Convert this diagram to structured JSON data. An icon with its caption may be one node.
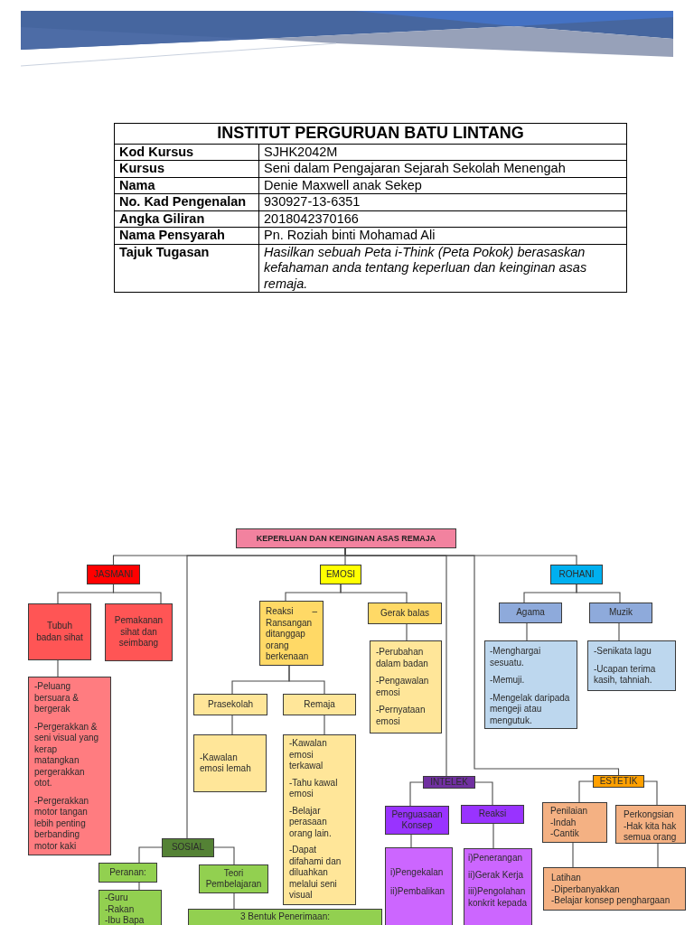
{
  "diagram": {
    "nodes": [
      {
        "text": [
          "KEPERLUAN DAN KEINGINAN ASAS REMAJA"
        ]
      },
      {
        "text": [
          "JASMANI"
        ]
      },
      {
        "text": [
          "EMOSI"
        ]
      },
      {
        "text": [
          "ROHANI"
        ]
      },
      {
        "text": [
          "Tubuh badan sihat"
        ]
      },
      {
        "text": [
          "Pemakanan sihat dan seimbang"
        ]
      },
      {
        "text": [
          "-Peluang bersuara & bergerak",
          "-Pergerakkan & seni visual yang kerap matangkan pergerakkan otot.",
          "-Pergerakkan motor tangan lebih penting berbanding motor kaki"
        ]
      },
      {
        "text": [
          "Reaksi – Ransangan ditanggap orang berkenaan"
        ]
      },
      {
        "text": [
          "Gerak balas"
        ]
      },
      {
        "text": [
          "-Perubahan dalam badan",
          "-Pengawalan emosi",
          "-Pernyataan emosi"
        ]
      },
      {
        "text": [
          "Prasekolah"
        ]
      },
      {
        "text": [
          "Remaja"
        ]
      },
      {
        "text": [
          "-Kawalan emosi lemah"
        ]
      },
      {
        "text": [
          "-Kawalan emosi terkawal",
          "-Tahu kawal emosi",
          "-Belajar perasaan orang lain.",
          "-Dapat difahami dan diluahkan melalui seni visual"
        ]
      },
      {
        "text": [
          "Agama"
        ]
      },
      {
        "text": [
          "Muzik"
        ]
      },
      {
        "text": [
          "-Menghargai sesuatu.",
          "-Memuji.",
          "-Mengelak daripada mengeji atau mengutuk."
        ]
      },
      {
        "text": [
          "-Senikata lagu",
          "-Ucapan terima kasih, tahniah."
        ]
      },
      {
        "text": [
          "SOSIAL"
        ]
      },
      {
        "text": [
          "Peranan:"
        ]
      },
      {
        "text": [
          "Teori Pembelajaran"
        ]
      },
      {
        "text": [
          "-Guru",
          "-Rakan",
          "-Ibu Bapa"
        ]
      },
      {
        "text": [
          "3 Bentuk Penerimaan:"
        ]
      },
      {
        "text": [
          "INTELEK"
        ]
      },
      {
        "text": [
          "Penguasaan Konsep"
        ]
      },
      {
        "text": [
          "Reaksi"
        ]
      },
      {
        "text": [
          "i)Pengekalan",
          "ii)Pembalikan"
        ]
      },
      {
        "text": [
          "i)Penerangan",
          "ii)Gerak Kerja",
          "iii)Pengolahan konkrit kepada"
        ]
      },
      {
        "text": [
          "ESTETIK"
        ]
      },
      {
        "text": [
          "Penilaian",
          "-Indah",
          "-Cantik"
        ]
      },
      {
        "text": [
          "Perkongsian",
          "-Hak kita hak semua orang"
        ]
      },
      {
        "text": [
          "Latihan",
          "-Diperbanyakkan",
          "-Belajar konsep penghargaan"
        ]
      }
    ],
    "edges": [
      {
        "from": 0,
        "to": 1,
        "arrow": "none"
      },
      {
        "from": 0,
        "to": 2,
        "arrow": "none"
      },
      {
        "from": 0,
        "to": 3,
        "arrow": "none"
      },
      {
        "from": 0,
        "to": 18,
        "arrow": "none"
      },
      {
        "from": 0,
        "to": 23,
        "arrow": "none"
      },
      {
        "from": 0,
        "to": 28,
        "arrow": "none"
      },
      {
        "from": 1,
        "to": 4,
        "arrow": "none"
      },
      {
        "from": 1,
        "to": 5,
        "arrow": "none"
      },
      {
        "from": 4,
        "to": 6,
        "arrow": "none"
      },
      {
        "from": 2,
        "to": 7,
        "arrow": "none"
      },
      {
        "from": 2,
        "to": 8,
        "arrow": "none"
      },
      {
        "from": 8,
        "to": 9,
        "arrow": "none"
      },
      {
        "from": 7,
        "to": 10,
        "arrow": "none"
      },
      {
        "from": 7,
        "to": 11,
        "arrow": "none"
      },
      {
        "from": 10,
        "to": 12,
        "arrow": "none"
      },
      {
        "from": 11,
        "to": 13,
        "arrow": "none"
      },
      {
        "from": 3,
        "to": 14,
        "arrow": "none"
      },
      {
        "from": 3,
        "to": 15,
        "arrow": "none"
      },
      {
        "from": 14,
        "to": 16,
        "arrow": "none"
      },
      {
        "from": 15,
        "to": 17,
        "arrow": "none"
      },
      {
        "from": 18,
        "to": 19,
        "arrow": "none"
      },
      {
        "from": 18,
        "to": 20,
        "arrow": "none"
      },
      {
        "from": 19,
        "to": 21,
        "arrow": "none"
      },
      {
        "from": 20,
        "to": 22,
        "arrow": "none"
      },
      {
        "from": 23,
        "to": 24,
        "arrow": "none"
      },
      {
        "from": 23,
        "to": 25,
        "arrow": "none"
      },
      {
        "from": 24,
        "to": 26,
        "arrow": "none"
      },
      {
        "from": 25,
        "to": 27,
        "arrow": "none"
      },
      {
        "from": 28,
        "to": 29,
        "arrow": "none"
      },
      {
        "from": 28,
        "to": 30,
        "arrow": "none"
      },
      {
        "from": 29,
        "to": 31,
        "arrow": "none"
      },
      {
        "from": 30,
        "to": 31,
        "arrow": "none"
      }
    ],
    "labels": [
      "INSTITUT PERGURUAN BATU LINTANG",
      "Kod Kursus",
      "SJHK2042M",
      "Kursus",
      "Seni dalam Pengajaran Sejarah Sekolah Menengah",
      "Nama",
      "Denie Maxwell anak Sekep",
      "No. Kad Pengenalan",
      "930927-13-6351",
      "Angka Giliran",
      "2018042370166",
      "Nama Pensyarah",
      "Pn. Roziah binti Mohamad Ali",
      "Tajuk Tugasan",
      "Hasilkan sebuah Peta i-Think (Peta Pokok) berasaskan kefahaman anda tentang keperluan dan keinginan asas remaja."
    ]
  }
}
